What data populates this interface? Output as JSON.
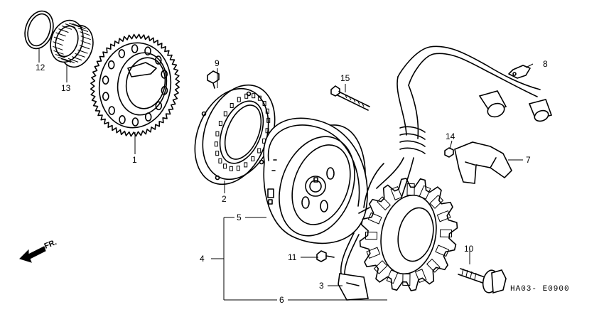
{
  "diagram_code": "HA03- E0900",
  "front_label": "FR.",
  "parts": [
    {
      "id": "p1",
      "label": "1"
    },
    {
      "id": "p2",
      "label": "2"
    },
    {
      "id": "p3",
      "label": "3"
    },
    {
      "id": "p4",
      "label": "4"
    },
    {
      "id": "p5",
      "label": "5"
    },
    {
      "id": "p6",
      "label": "6"
    },
    {
      "id": "p7",
      "label": "7"
    },
    {
      "id": "p8",
      "label": "8"
    },
    {
      "id": "p9",
      "label": "9"
    },
    {
      "id": "p10",
      "label": "10"
    },
    {
      "id": "p11",
      "label": "11"
    },
    {
      "id": "p12",
      "label": "12"
    },
    {
      "id": "p13",
      "label": "13"
    },
    {
      "id": "p14",
      "label": "14"
    },
    {
      "id": "p15",
      "label": "15"
    }
  ]
}
